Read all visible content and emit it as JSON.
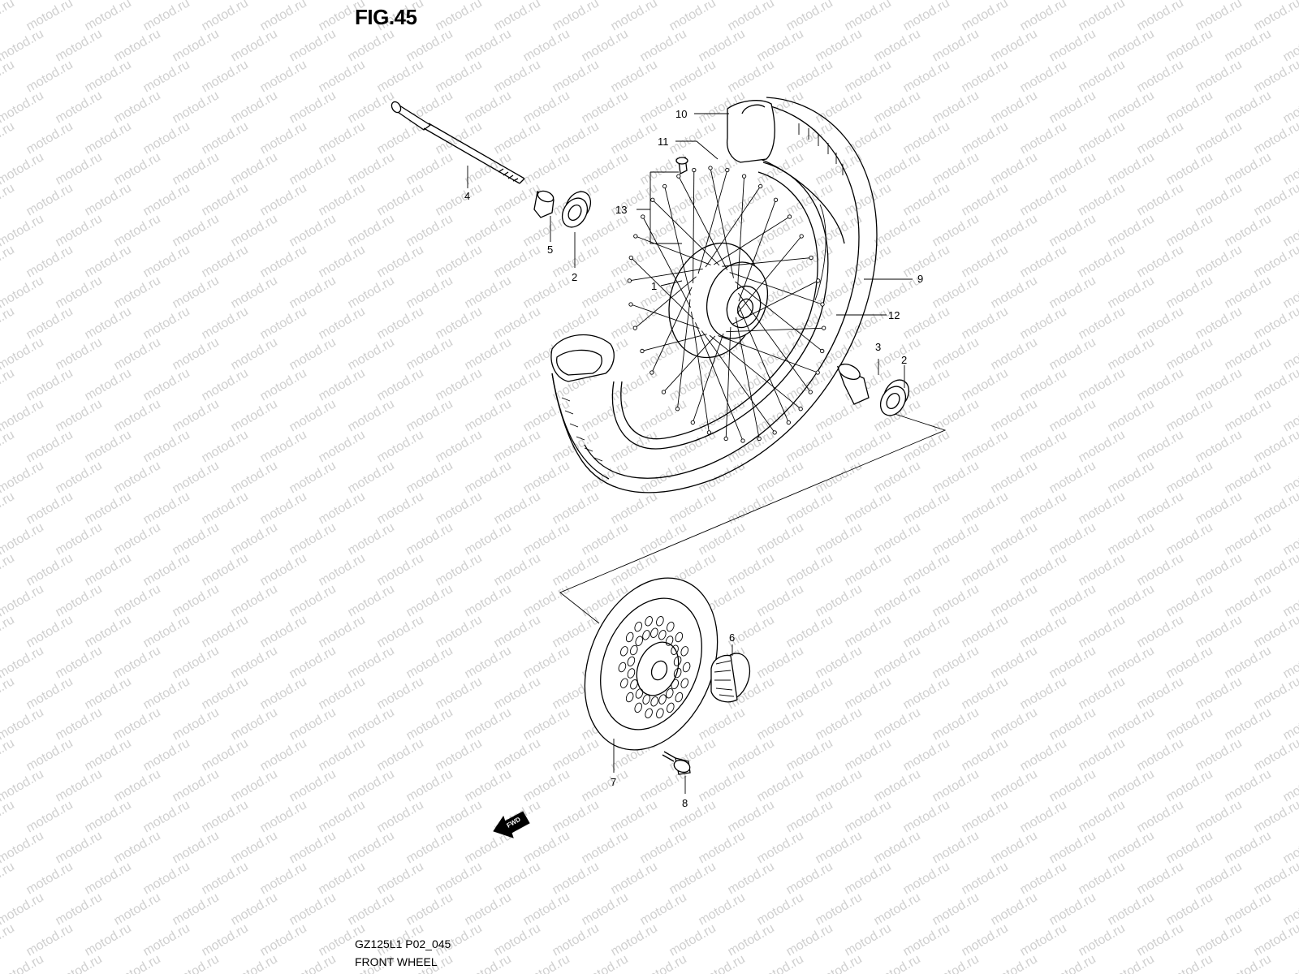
{
  "figure": {
    "title": "FIG.45",
    "code": "GZ125L1 P02_045",
    "name": "FRONT WHEEL"
  },
  "watermark": "motod.ru",
  "fwd_label": "FWD",
  "callouts": [
    "1",
    "2",
    "2",
    "3",
    "4",
    "5",
    "6",
    "7",
    "8",
    "9",
    "10",
    "11",
    "12",
    "13"
  ],
  "colors": {
    "line": "#000000",
    "background": "#ffffff",
    "watermark": "#d0d0d0"
  }
}
